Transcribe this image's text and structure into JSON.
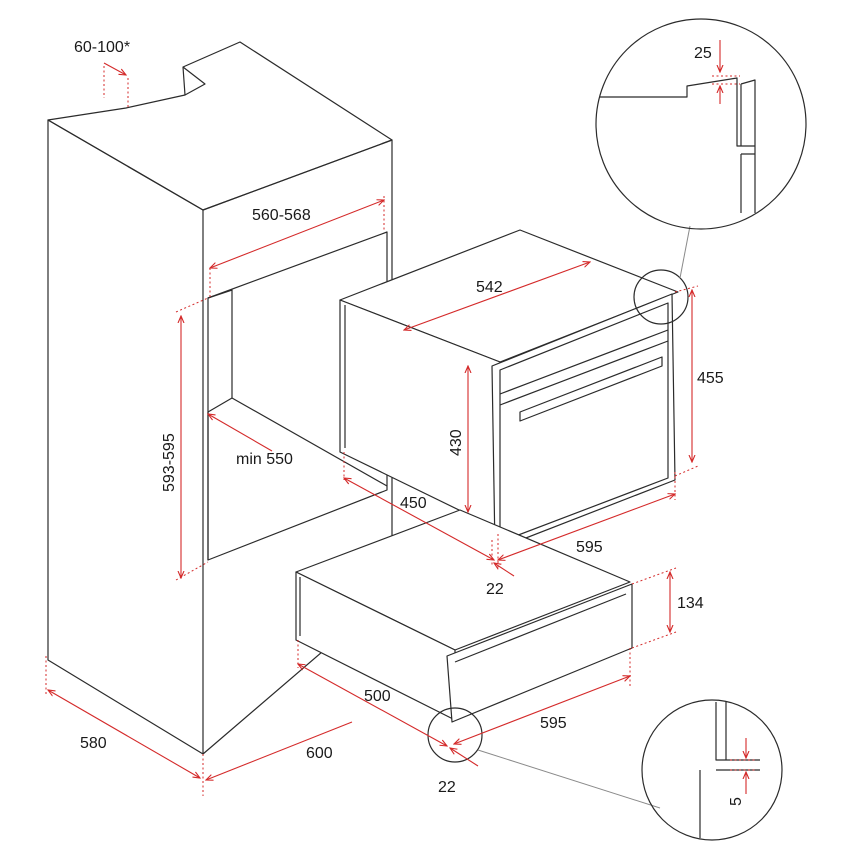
{
  "colors": {
    "outline": "#2b2b2b",
    "dimension": "#d42a2a",
    "text": "#1a1a1a"
  },
  "labels": {
    "top_gap": "60-100*",
    "niche_width": "560-568",
    "niche_height": "593-595",
    "niche_depth": "min 550",
    "oven_width": "542",
    "oven_height_front": "455",
    "oven_height_body": "430",
    "oven_depth": "450",
    "oven_front_width": "595",
    "oven_offset": "22",
    "drawer_height": "134",
    "drawer_depth": "500",
    "drawer_front_width": "595",
    "drawer_offset": "22",
    "cabinet_depth": "580",
    "cabinet_width": "600",
    "detail_top_gap": "25",
    "detail_bottom_gap": "5"
  }
}
